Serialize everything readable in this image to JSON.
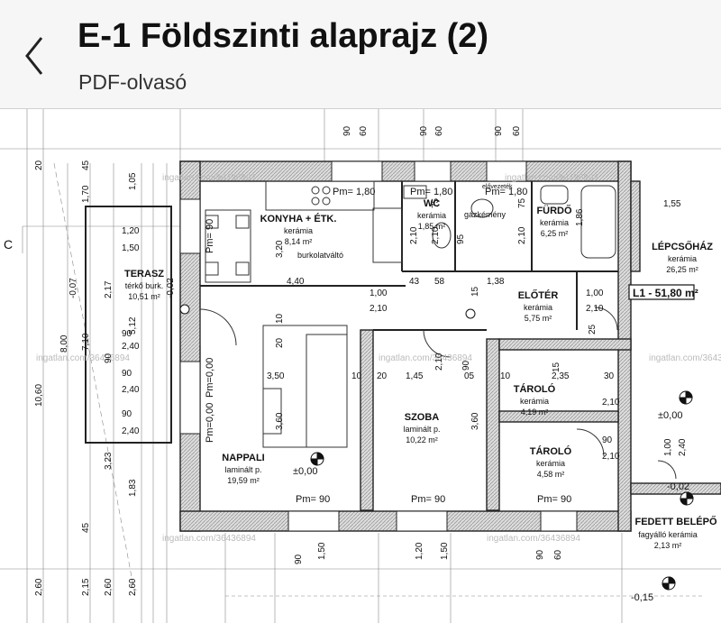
{
  "header": {
    "back_icon": "chevron-left-icon",
    "title": "E-1 Földszinti alaprajz (2)",
    "subtitle": "PDF-olvasó"
  },
  "plan": {
    "watermark": "ingatlan.com/36436894",
    "floor_level": "L1 - 51,80 m²",
    "left_marker": "C",
    "rooms": [
      {
        "name": "KONYHA + ÉTK.",
        "material": "kerámia",
        "area": "8,14 m²"
      },
      {
        "name": "WC",
        "material": "kerámia",
        "area": "1,85 m²"
      },
      {
        "name": "FÜRDŐ",
        "material": "kerámia",
        "area": "6,25 m²"
      },
      {
        "name": "LÉPCSŐHÁZ",
        "material": "kerámia",
        "area": "26,25 m²"
      },
      {
        "name": "TERASZ",
        "material": "térkő burk.",
        "area": "10,51 m²"
      },
      {
        "name": "ELŐTÉR",
        "material": "kerámia",
        "area": "5,75 m²"
      },
      {
        "name": "TÁROLÓ",
        "material": "kerámia",
        "area": "4,19 m²"
      },
      {
        "name": "TÁROLÓ",
        "material": "kerámia",
        "area": "4,58 m²"
      },
      {
        "name": "SZOBA",
        "material": "laminált p.",
        "area": "10,22 m²"
      },
      {
        "name": "NAPPALI",
        "material": "laminált p.",
        "area": "19,59 m²"
      },
      {
        "name": "FEDETT BELÉPŐ",
        "material": "fagyálló kerámia",
        "area": "2,13 m²"
      }
    ],
    "notes": {
      "burkolat": "burkolatváltó",
      "gazkemeny": "gázkémény",
      "elovezetek": "elővezeték"
    },
    "levels": {
      "pm180": "Pm= 1,80",
      "pm90": "Pm= 90",
      "pm0": "Pm=0,00",
      "pm90v": "Pm= 90",
      "pm0v": "Pm=0,00",
      "z0": "±0,00",
      "zm002": "-0,02",
      "zm015": "-0,15"
    },
    "dims": {
      "d90": "90",
      "d60": "60",
      "d20": "20",
      "d45": "45",
      "d170": "1,70",
      "d105": "1,05",
      "d120": "1,20",
      "d150": "1,50",
      "d007": "-0,07",
      "d002": "-0,02",
      "d217": "2,17",
      "d512": "5,12",
      "d710": "7,10",
      "d800": "8,00",
      "d1060": "10,60",
      "d240": "2,40",
      "d323": "3,23",
      "d183": "1,83",
      "d440": "4,40",
      "d100": "1,00",
      "d210": "2,10",
      "d10": "10",
      "d43": "43",
      "d58": "58",
      "d138": "1,38",
      "d350": "3,50",
      "d145": "1,45",
      "d235": "2,35",
      "d30": "30",
      "d15": "15",
      "d75": "75",
      "d95": "95",
      "d155": "1,55",
      "d360": "3,60",
      "d320": "3,20",
      "d186": "1,86",
      "d260": "2,60",
      "d215": "2,15",
      "d05": "05",
      "d25": "25"
    }
  }
}
